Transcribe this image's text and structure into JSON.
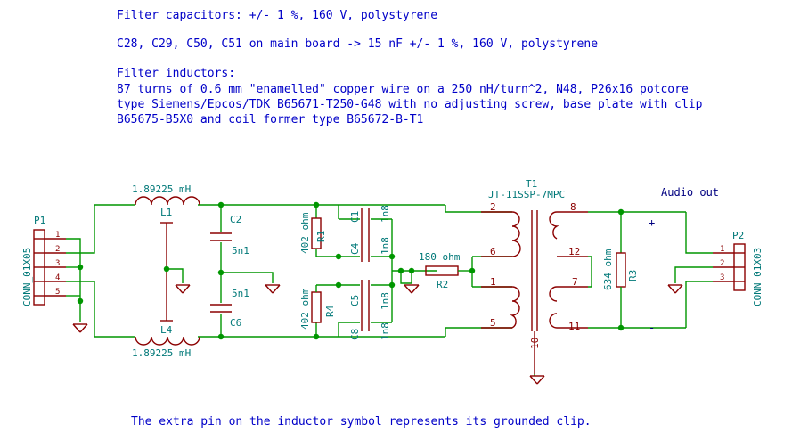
{
  "notes": {
    "line1": "Filter capacitors: +/- 1 %, 160 V, polystyrene",
    "line2": "C28, C29, C50, C51 on main board -> 15 nF +/- 1 %, 160 V, polystyrene",
    "line3": "Filter inductors:",
    "line4": "87 turns of 0.6 mm \"enamelled\" copper wire on a 250 nH/turn^2, N48, P26x16 potcore",
    "line5": "type Siemens/Epcos/TDK B65671-T250-G48 with no adjusting screw, base plate with clip",
    "line6": "B65675-B5X0 and coil former type B65672-B-T1",
    "footer": "The extra pin on the inductor symbol represents its grounded clip."
  },
  "components": {
    "p1": {
      "ref": "P1",
      "value": "CONN_01X05",
      "pins": [
        "1",
        "2",
        "3",
        "4",
        "5"
      ]
    },
    "p2": {
      "ref": "P2",
      "value": "CONN_01X03",
      "pins": [
        "1",
        "2",
        "3"
      ]
    },
    "l1": {
      "ref": "L1",
      "value": "1.89225 mH"
    },
    "l4": {
      "ref": "L4",
      "value": "1.89225 mH"
    },
    "c2": {
      "ref": "C2",
      "value": "5n1"
    },
    "c6": {
      "ref": "C6",
      "value": "5n1"
    },
    "r1": {
      "ref": "R1",
      "value": "402 ohm"
    },
    "r4": {
      "ref": "R4",
      "value": "402 ohm"
    },
    "c1": {
      "ref": "C1",
      "value": "1n8"
    },
    "c4": {
      "ref": "C4",
      "value": "1n8"
    },
    "c5": {
      "ref": "C5",
      "value": "1n8"
    },
    "c8": {
      "ref": "C8",
      "value": "1n8"
    },
    "r2": {
      "ref": "R2",
      "value": "180 ohm"
    },
    "r3": {
      "ref": "R3",
      "value": "634 ohm"
    },
    "t1": {
      "ref": "T1",
      "value": "JT-11SSP-7MPC",
      "pins": {
        "p2": "2",
        "p6": "6",
        "p1": "1",
        "p5": "5",
        "p8": "8",
        "p12": "12",
        "p7": "7",
        "p11": "11",
        "p10": "10"
      }
    }
  },
  "labels": {
    "audio_out": "Audio out",
    "plus": "+",
    "minus": "-"
  }
}
